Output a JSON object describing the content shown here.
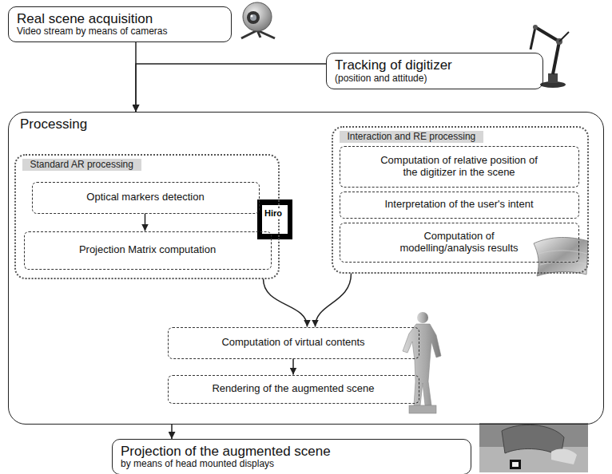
{
  "diagram": {
    "nodes": [
      {
        "text": [
          "Real scene acquisition",
          "Video stream by means of cameras"
        ]
      },
      {
        "text": [
          "Tracking of digitizer",
          "(position and attitude)"
        ]
      },
      {
        "text": [
          "Processing"
        ]
      },
      {
        "text": [
          "Standard AR processing"
        ],
        "in": 2
      },
      {
        "text": [
          "Optical markers detection"
        ],
        "in": 3
      },
      {
        "text": [
          "Projection Matrix computation"
        ],
        "in": 3
      },
      {
        "text": [
          "Interaction and RE processing"
        ],
        "in": 2
      },
      {
        "text": [
          "Computation of relative position of the digitizer in the scene"
        ],
        "in": 6
      },
      {
        "text": [
          "Interpretation of the user's intent"
        ],
        "in": 6
      },
      {
        "text": [
          "Computation of modelling/analysis results"
        ],
        "in": 6
      },
      {
        "text": [
          "Computation of virtual contents"
        ],
        "in": 2
      },
      {
        "text": [
          "Rendering of the augmented scene"
        ],
        "in": 2
      },
      {
        "text": [
          "Projection of the augmented scene",
          "by means of head mounted displays"
        ]
      }
    ],
    "edges": [
      {
        "from": 0,
        "to": 2,
        "arrow": "to"
      },
      {
        "from": 1,
        "to": 2,
        "arrow": "to"
      },
      {
        "from": 4,
        "to": 5,
        "arrow": "to"
      },
      {
        "from": 3,
        "to": 10,
        "arrow": "to"
      },
      {
        "from": 6,
        "to": 10,
        "arrow": "to"
      },
      {
        "from": 10,
        "to": 11,
        "arrow": "to"
      },
      {
        "from": 2,
        "to": 12,
        "arrow": "to"
      }
    ],
    "labels": [
      "Hiro"
    ]
  }
}
